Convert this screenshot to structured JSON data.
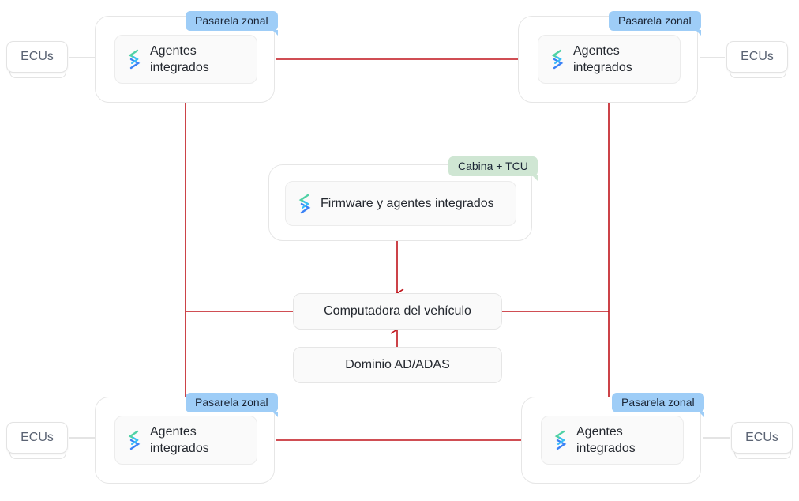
{
  "zones": {
    "tag": "Pasarela zonal",
    "inner_label": "Agentes integrados",
    "ecu_label": "ECUs"
  },
  "cabin": {
    "tag": "Cabina + TCU",
    "label": "Firmware y agentes integrados"
  },
  "vehicle_computer": "Computadora del vehículo",
  "ad_adas": "Dominio AD/ADAS",
  "colors": {
    "connector": "#c0141b",
    "ecu_link": "#dcdcdc",
    "tag_blue": "#9ecdf7",
    "tag_green": "#cfe6d3"
  }
}
